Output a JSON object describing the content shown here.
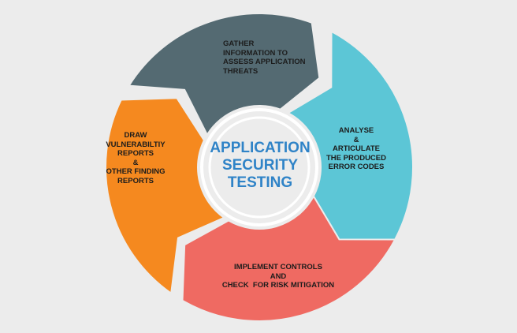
{
  "colors": {
    "background": "#ececec",
    "top": "#546a72",
    "right": "#5cc6d6",
    "bottom": "#ef6a62",
    "left": "#f5891f",
    "ring": "#ffffff",
    "center_text": "#2f83c7"
  },
  "center": {
    "lines": [
      "APPLICATION",
      "SECURITY",
      "TESTING"
    ]
  },
  "segments": {
    "top": [
      "GATHER",
      "INFORMATION TO",
      "ASSESS APPLICATION",
      "THREATS"
    ],
    "right": [
      "ANALYSE",
      "&",
      "ARTICULATE",
      "THE PRODUCED",
      "ERROR CODES"
    ],
    "bottom": [
      "IMPLEMENT CONTROLS",
      "AND",
      "CHECK  FOR RISK MITIGATION"
    ],
    "left": [
      "DRAW",
      "VULNERABILTIY",
      "REPORTS",
      "&",
      "OTHER FINDING",
      "REPORTS"
    ]
  }
}
